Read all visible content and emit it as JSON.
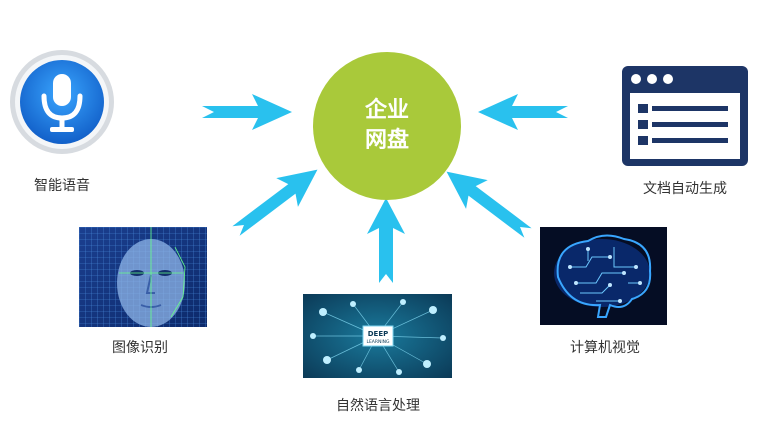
{
  "center": {
    "line1": "企业",
    "line2": "网盘"
  },
  "nodes": {
    "voice": {
      "label": "智能语音"
    },
    "doc": {
      "label": "文档自动生成"
    },
    "image": {
      "label": "图像识别"
    },
    "nlp": {
      "label": "自然语言处理",
      "badge_line1": "DEEP",
      "badge_line2": "LEARNING"
    },
    "vision": {
      "label": "计算机视觉"
    }
  },
  "colors": {
    "arrow": "#29c1ee",
    "center": "#a9c93a",
    "doc_icon": "#1d3566",
    "mic": "#1f86e6"
  },
  "icons": [
    "microphone-icon",
    "document-window-icon",
    "face-scan-image",
    "network-image",
    "brain-circuit-image"
  ]
}
